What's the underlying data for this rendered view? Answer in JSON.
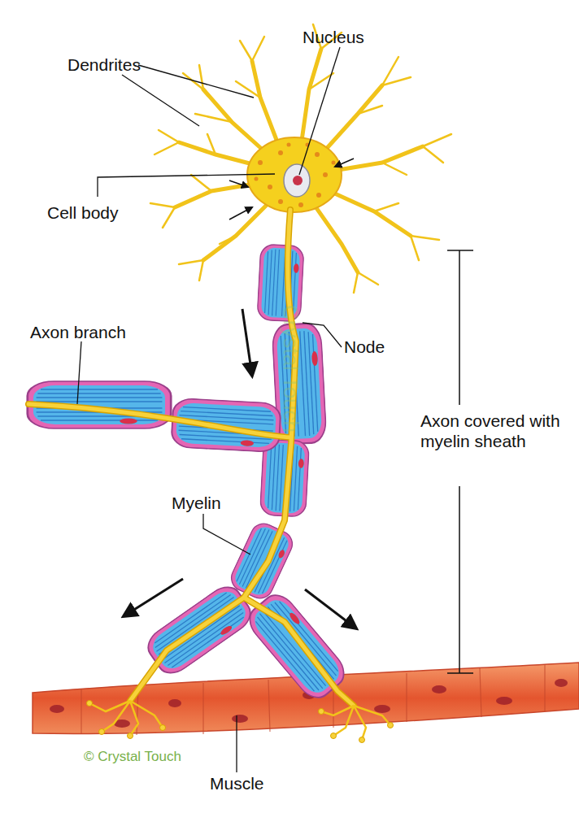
{
  "diagram": {
    "labels": [
      "Nucleus",
      "Dendrites",
      "Cell body",
      "Axon branch",
      "Node",
      "Axon covered with myelin sheath",
      "Myelin",
      "Muscle",
      "© Crystal Touch",
      "Crystal Touch"
    ]
  }
}
